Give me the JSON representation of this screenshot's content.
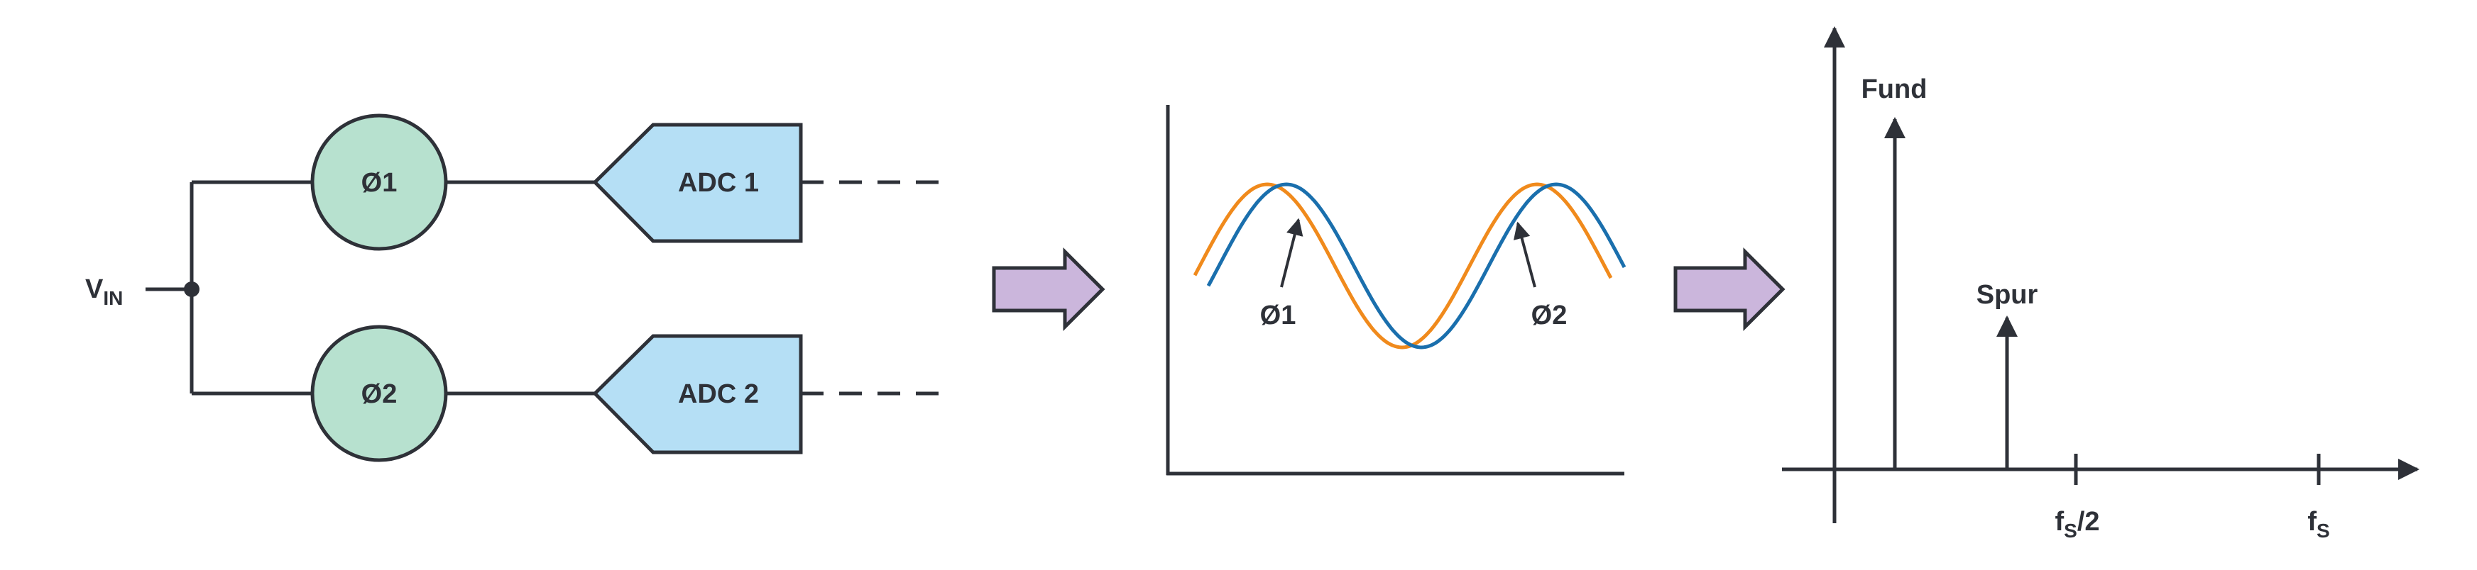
{
  "circuit": {
    "vin": {
      "main": "V",
      "sub": "IN"
    },
    "phase1": "Ø1",
    "phase2": "Ø2",
    "adc1": "ADC 1",
    "adc2": "ADC 2"
  },
  "waveform": {
    "phase1": "Ø1",
    "phase2": "Ø2"
  },
  "spectrum": {
    "fund": "Fund",
    "spur": "Spur",
    "fs_half": {
      "main": "f",
      "sub": "S",
      "tail": "/2"
    },
    "fs": {
      "main": "f",
      "sub": "S"
    }
  },
  "colors": {
    "stroke": "#2e3138",
    "phase_fill": "#b7e1cf",
    "adc_fill": "#b5dff5",
    "arrow_fill": "#cbb6dc",
    "orange_wave": "#f08a1c",
    "blue_wave": "#1a6fad"
  }
}
